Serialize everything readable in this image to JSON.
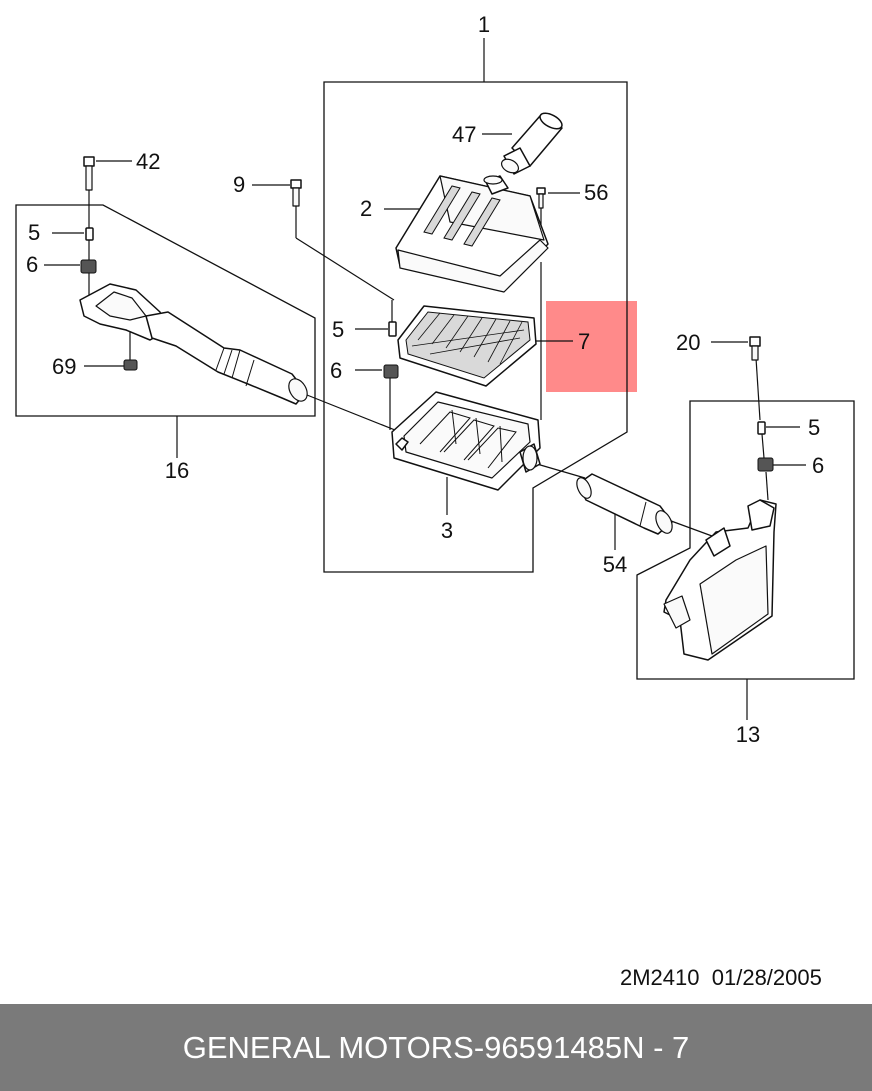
{
  "diagram": {
    "highlight_color": "#ff8a8a",
    "callouts": {
      "c1": "1",
      "c47": "47",
      "c2": "2",
      "c56": "56",
      "c7": "7",
      "c5a": "5",
      "c6a": "6",
      "c3": "3",
      "c9": "9",
      "c42": "42",
      "c5b": "5",
      "c6b": "6",
      "c69": "69",
      "c16": "16",
      "c54": "54",
      "c20": "20",
      "c5c": "5",
      "c6c": "6",
      "c13": "13"
    }
  },
  "ref": {
    "code": "2M2410",
    "date": "01/28/2005"
  },
  "footer": {
    "brand": "GENERAL MOTORS",
    "separator": "-",
    "part_number": "96591485",
    "page": "N - 7",
    "background": "#7a7a7a"
  }
}
